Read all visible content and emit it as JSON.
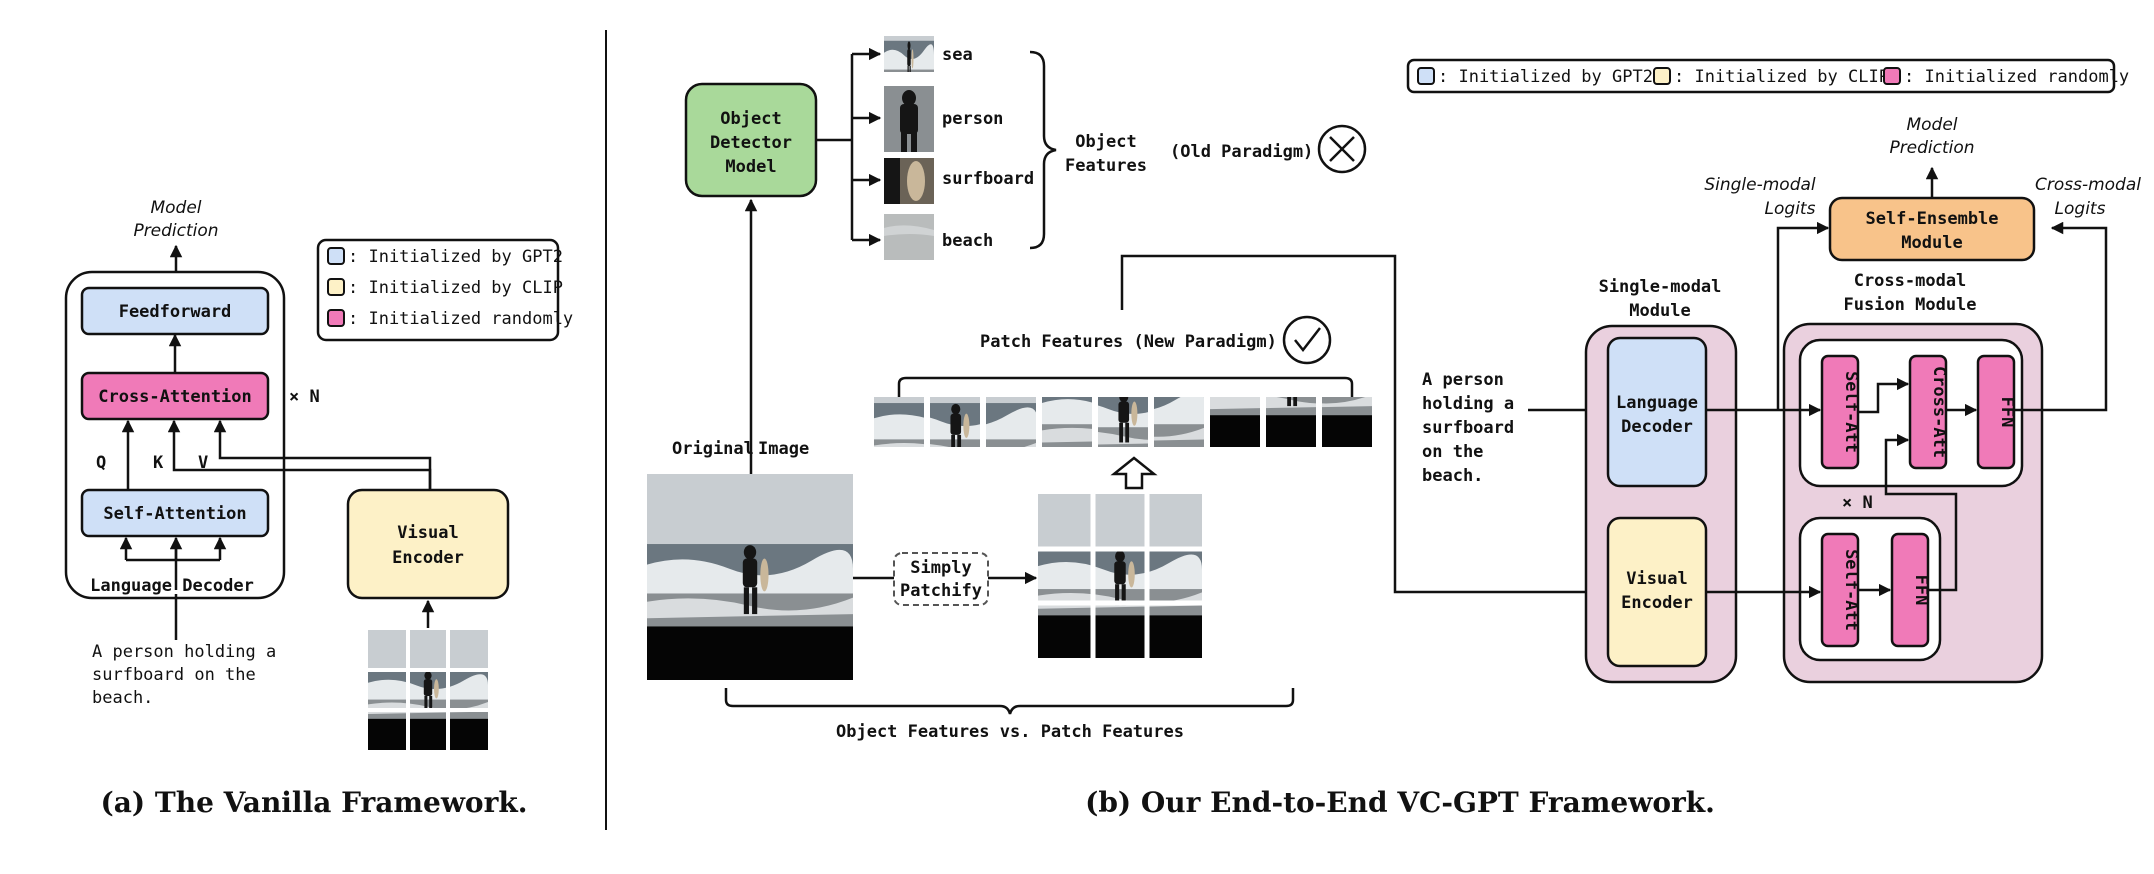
{
  "colors": {
    "gpt2": "#cfe0f7",
    "clip": "#fdf1c7",
    "random": "#f07ab8",
    "detector": "#a9d99a",
    "ensemble": "#f8c38a",
    "module_bg": "#ead0de"
  },
  "left": {
    "model_prediction": [
      "Model",
      "Prediction"
    ],
    "feedforward": "Feedforward",
    "cross_attention": "Cross-Attention",
    "times_n": "× N",
    "q": "Q",
    "k": "K",
    "v": "V",
    "self_attention": "Self-Attention",
    "language_decoder": "Language Decoder",
    "visual_encoder": [
      "Visual",
      "Encoder"
    ],
    "caption_input": [
      "A person holding a",
      "surfboard on the",
      "beach."
    ],
    "legend": [
      ": Initialized by GPT2",
      ": Initialized by CLIP",
      ": Initialized randomly"
    ],
    "caption": "(a) The Vanilla Framework."
  },
  "right": {
    "object_detector": [
      "Object",
      "Detector",
      "Model"
    ],
    "objects": [
      "sea",
      "person",
      "surfboard",
      "beach"
    ],
    "object_features": [
      "Object",
      "Features"
    ],
    "old_paradigm": "(Old Paradigm)",
    "patch_features": "Patch Features (New Paradigm)",
    "original_image": [
      "Original",
      "Image"
    ],
    "simply_patchify": [
      "Simply",
      "Patchify"
    ],
    "comparison": "Object Features vs. Patch Features",
    "caption_input": [
      "A person",
      "holding a",
      "surfboard",
      "on the",
      "beach."
    ],
    "single_modal_module": [
      "Single-modal",
      "Module"
    ],
    "language_decoder": [
      "Language",
      "Decoder"
    ],
    "visual_encoder": [
      "Visual",
      "Encoder"
    ],
    "cross_modal_fusion": [
      "Cross-modal",
      "Fusion Module"
    ],
    "self_att": "Self-Att",
    "cross_att": "Cross-Att",
    "ffn": "FFN",
    "times_n": "× N",
    "self_ensemble": [
      "Self-Ensemble",
      "Module"
    ],
    "model_prediction": [
      "Model",
      "Prediction"
    ],
    "single_modal_logits": [
      "Single-modal",
      "Logits"
    ],
    "cross_modal_logits": [
      "Cross-modal",
      "Logits"
    ],
    "legend": [
      ": Initialized by GPT2",
      ": Initialized by CLIP",
      ": Initialized randomly"
    ],
    "caption": "(b) Our End-to-End VC-GPT Framework."
  }
}
